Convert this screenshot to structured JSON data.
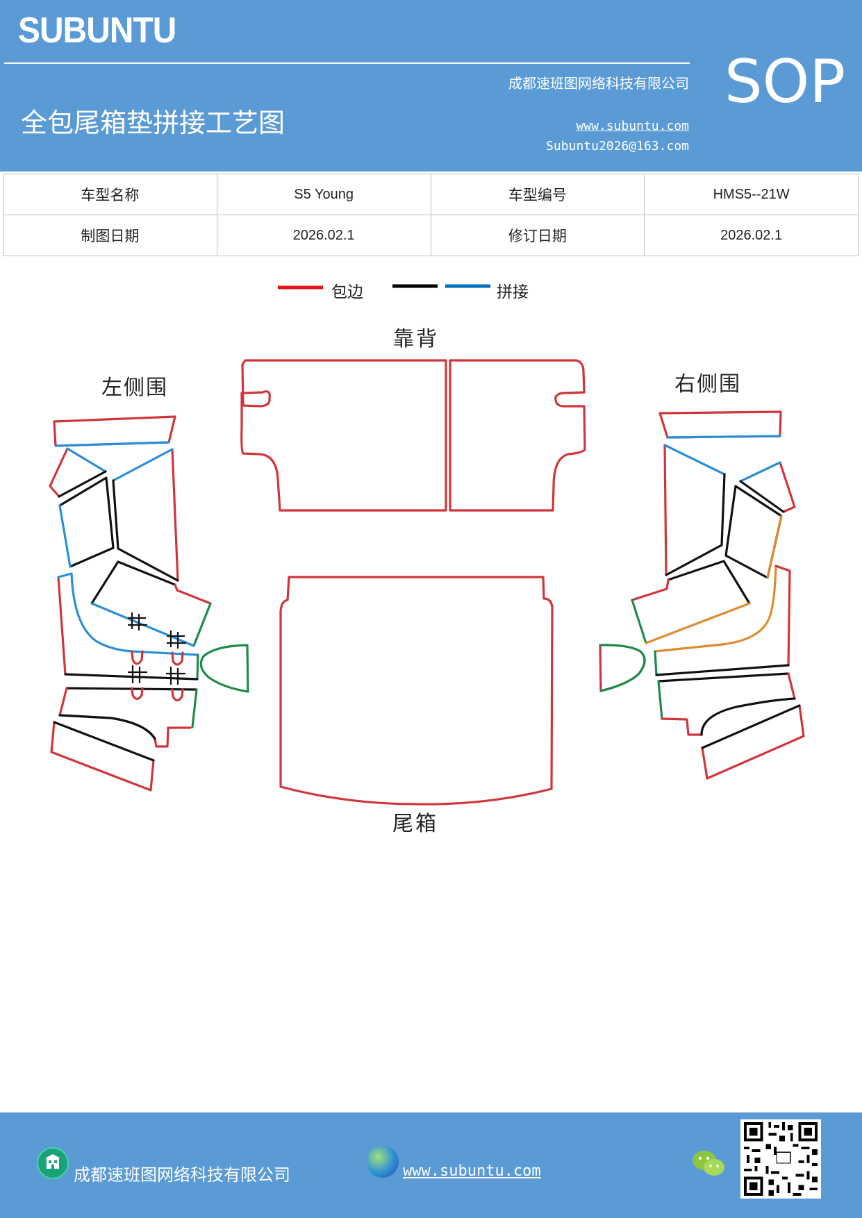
{
  "header": {
    "logo": "SUBUNTU",
    "company": "成都速班图网络科技有限公司",
    "title": "全包尾箱垫拼接工艺图",
    "website": "www.subuntu.com",
    "email": "Subuntu2026@163.com",
    "badge": "SOP"
  },
  "info_table": {
    "rows": [
      [
        "车型名称",
        "S5 Young",
        "车型编号",
        "HMS5--21W"
      ],
      [
        "制图日期",
        "2026.02.1",
        "修订日期",
        "2026.02.1"
      ]
    ]
  },
  "legend": {
    "edge_label": "包边",
    "splice_label": "拼接",
    "edge_color": "#e8141b",
    "black_color": "#000000",
    "splice_color": "#0070c0"
  },
  "diagram": {
    "backrest_label": "靠背",
    "left_label": "左侧围",
    "right_label": "右侧围",
    "trunk_label": "尾箱",
    "colors": {
      "red": "#d0353a",
      "blue": "#2a8fd6",
      "black": "#111111",
      "green": "#1e8a4c",
      "orange": "#e08a2e"
    }
  },
  "footer": {
    "company": "成都速班图网络科技有限公司",
    "website": "www.subuntu.com "
  }
}
